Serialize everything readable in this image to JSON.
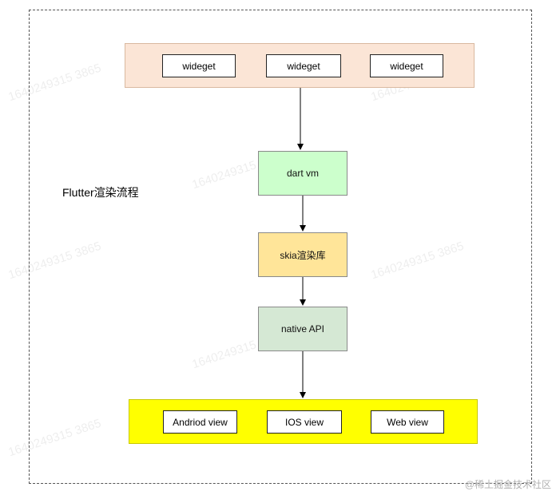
{
  "diagram": {
    "title": "Flutter渲染流程",
    "top_row": {
      "color": "#fbe5d6",
      "items": [
        "wideget",
        "wideget",
        "wideget"
      ]
    },
    "nodes": [
      {
        "label": "dart vm",
        "color": "#ccffcc"
      },
      {
        "label": "skia渲染库",
        "color": "#ffe599"
      },
      {
        "label": "native  API",
        "color": "#d5e8d4"
      }
    ],
    "bottom_row": {
      "color": "#ffff00",
      "items": [
        "Andriod view",
        "IOS view",
        "Web view"
      ]
    }
  },
  "watermark_text": "1640249315 3865",
  "footer_credit": "@稀土掘金技术社区"
}
